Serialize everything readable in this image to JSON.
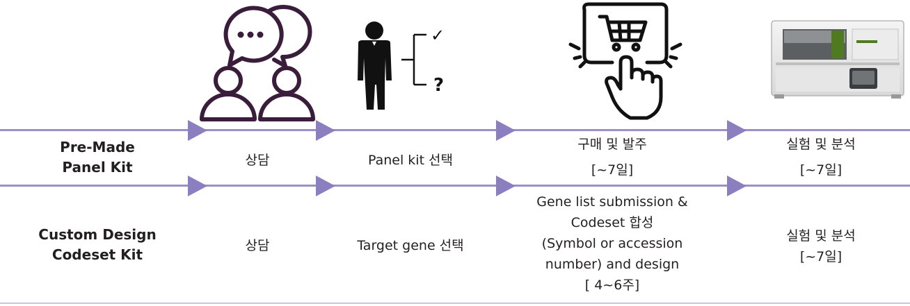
{
  "rows": {
    "premade": {
      "label_line1": "Pre-Made",
      "label_line2": "Panel Kit",
      "step1": "상담",
      "step2": "Panel kit 선택",
      "step3_line1": "구매 및 발주",
      "step3_line2": "[~7일]",
      "step4_line1": "실험 및 분석",
      "step4_line2": "[~7일]"
    },
    "custom": {
      "label_line1": "Custom Design",
      "label_line2": "Codeset Kit",
      "step1": "상담",
      "step2": "Target gene 선택",
      "step3_line1": "Gene list submission &",
      "step3_line2": "Codeset 합성",
      "step3_line3": "(Symbol or accession",
      "step3_line4": "number) and design",
      "step3_line5": "[ 4~6주]",
      "step4_line1": "실험 및 분석",
      "step4_line2": "[~7일]"
    }
  },
  "icons": {
    "consult": "chat-people-icon",
    "select": "person-choice-icon",
    "purchase": "cart-click-icon",
    "instrument": "ncounter-instrument-icon"
  },
  "icon_marks": {
    "choice_check": "✓",
    "choice_question": "?"
  },
  "colors": {
    "timeline_line": "#9b8fc6",
    "arrow": "#8b7fc0",
    "icon_outline": "#3a1d3b",
    "instrument_accent": "#4f7a1f"
  }
}
